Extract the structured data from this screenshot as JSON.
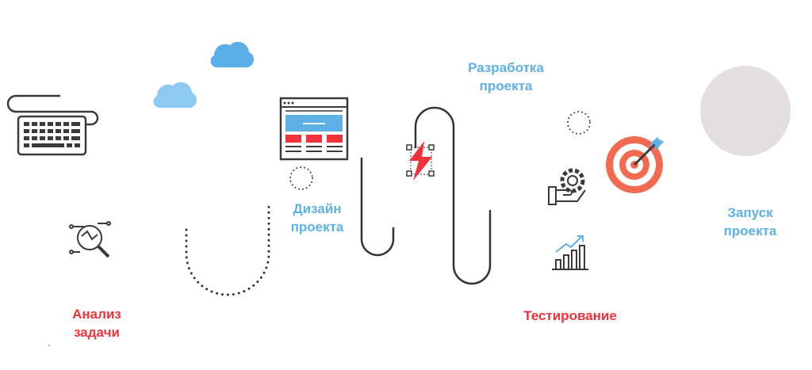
{
  "steps": {
    "analysis": {
      "line1": "Анализ",
      "line2": "задачи"
    },
    "design": {
      "line1": "Дизайн",
      "line2": "проекта"
    },
    "development": {
      "line1": "Разработка",
      "line2": "проекта"
    },
    "testing": {
      "line1": "Тестирование"
    },
    "launch": {
      "line1": "Запуск",
      "line2": "проекта"
    }
  },
  "colors": {
    "red": "#f0333a",
    "blue": "#5fb0e6",
    "cloud_light": "#8ccaf2",
    "cloud_dark": "#5aafe8",
    "icon_stroke": "#3a3a3a",
    "circle": "#e6dfdf",
    "target": "#f26a4f"
  }
}
